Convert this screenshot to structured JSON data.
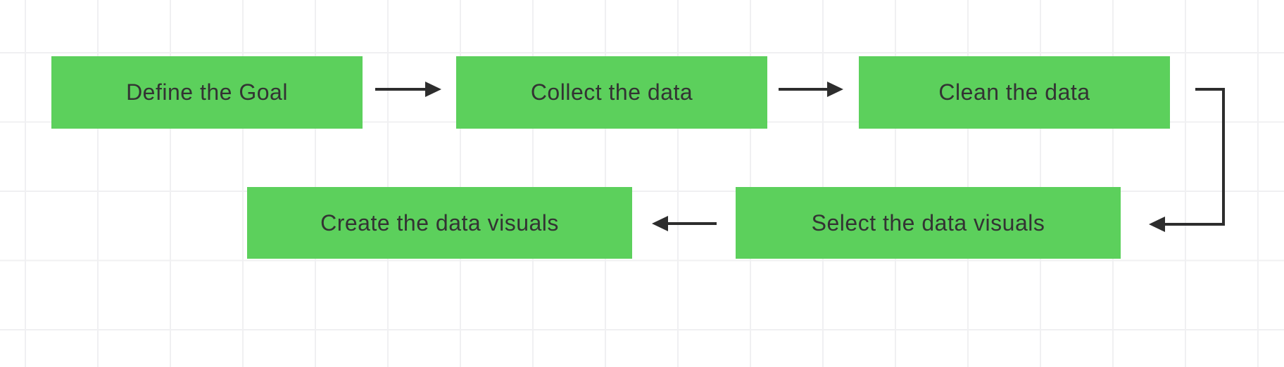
{
  "canvas": {
    "background": "#ffffff",
    "grid_line_color": "#f0f0f2",
    "node_color": "#5cd05c",
    "node_text_color": "#333333",
    "arrow_color": "#2d2d2d"
  },
  "diagram": {
    "type": "flowchart",
    "nodes": [
      {
        "id": "define-goal",
        "label": "Define the Goal"
      },
      {
        "id": "collect-data",
        "label": "Collect the data"
      },
      {
        "id": "clean-data",
        "label": "Clean the data"
      },
      {
        "id": "create-visuals",
        "label": "Create the data visuals"
      },
      {
        "id": "select-visuals",
        "label": "Select the data visuals"
      }
    ],
    "edges": [
      {
        "from": "Define the Goal",
        "to": "Collect the data",
        "style": "straight-right"
      },
      {
        "from": "Collect the data",
        "to": "Clean the data",
        "style": "straight-right"
      },
      {
        "from": "Clean the data",
        "to": "Select the data visuals",
        "style": "elbow-down-left"
      },
      {
        "from": "Select the data visuals",
        "to": "Create the data visuals",
        "style": "straight-left"
      }
    ]
  }
}
